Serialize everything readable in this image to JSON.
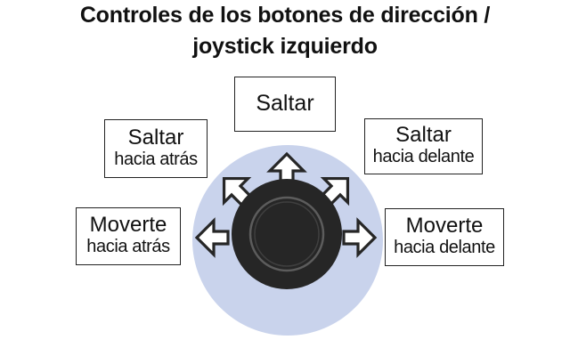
{
  "title": {
    "line1": "Controles de los botones de dirección /",
    "line2": "joystick izquierdo"
  },
  "labels": {
    "jump": "Saltar",
    "jump_back": [
      "Saltar",
      "hacia atrás"
    ],
    "jump_forward": [
      "Saltar",
      "hacia delante"
    ],
    "move_back": [
      "Moverte",
      "hacia atrás"
    ],
    "move_forward": [
      "Moverte",
      "hacia delante"
    ]
  },
  "colors": {
    "circle_bg": "#c9d3ec",
    "stick": "#262626",
    "arrow_fill": "#ffffff",
    "arrow_stroke": "#262626"
  },
  "icons": [
    "joystick-icon",
    "arrow-up-icon",
    "arrow-up-left-icon",
    "arrow-up-right-icon",
    "arrow-left-icon",
    "arrow-right-icon"
  ]
}
